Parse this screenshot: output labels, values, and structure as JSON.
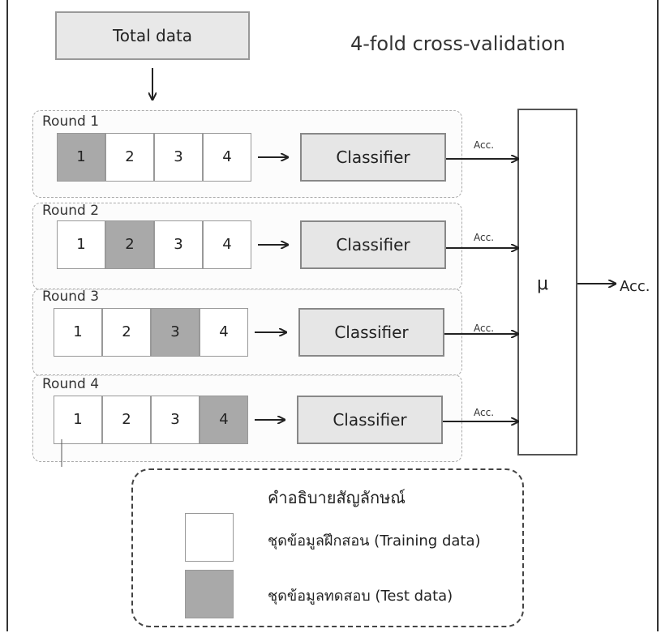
{
  "diagram": {
    "total_label": "Total data",
    "heading": "4-fold cross-validation",
    "rounds": [
      {
        "label": "Round 1",
        "folds": [
          "1",
          "2",
          "3",
          "4"
        ],
        "test_index": 0,
        "classifier": "Classifier",
        "acc": "Acc."
      },
      {
        "label": "Round 2",
        "folds": [
          "1",
          "2",
          "3",
          "4"
        ],
        "test_index": 1,
        "classifier": "Classifier",
        "acc": "Acc."
      },
      {
        "label": "Round 3",
        "folds": [
          "1",
          "2",
          "3",
          "4"
        ],
        "test_index": 2,
        "classifier": "Classifier",
        "acc": "Acc."
      },
      {
        "label": "Round 4",
        "folds": [
          "1",
          "2",
          "3",
          "4"
        ],
        "test_index": 3,
        "classifier": "Classifier",
        "acc": "Acc."
      }
    ],
    "mu_label": "μ",
    "final_acc": "Acc."
  },
  "legend": {
    "title": "คำอธิบายสัญลักษณ์",
    "training": "ชุดข้อมูลฝึกสอน (Training data)",
    "test": "ชุดข้อมูลทดสอบ (Test data)"
  },
  "colors": {
    "test_fill": "#a9a9a9",
    "train_fill": "#ffffff",
    "classifier_fill": "#e6e6e6"
  }
}
